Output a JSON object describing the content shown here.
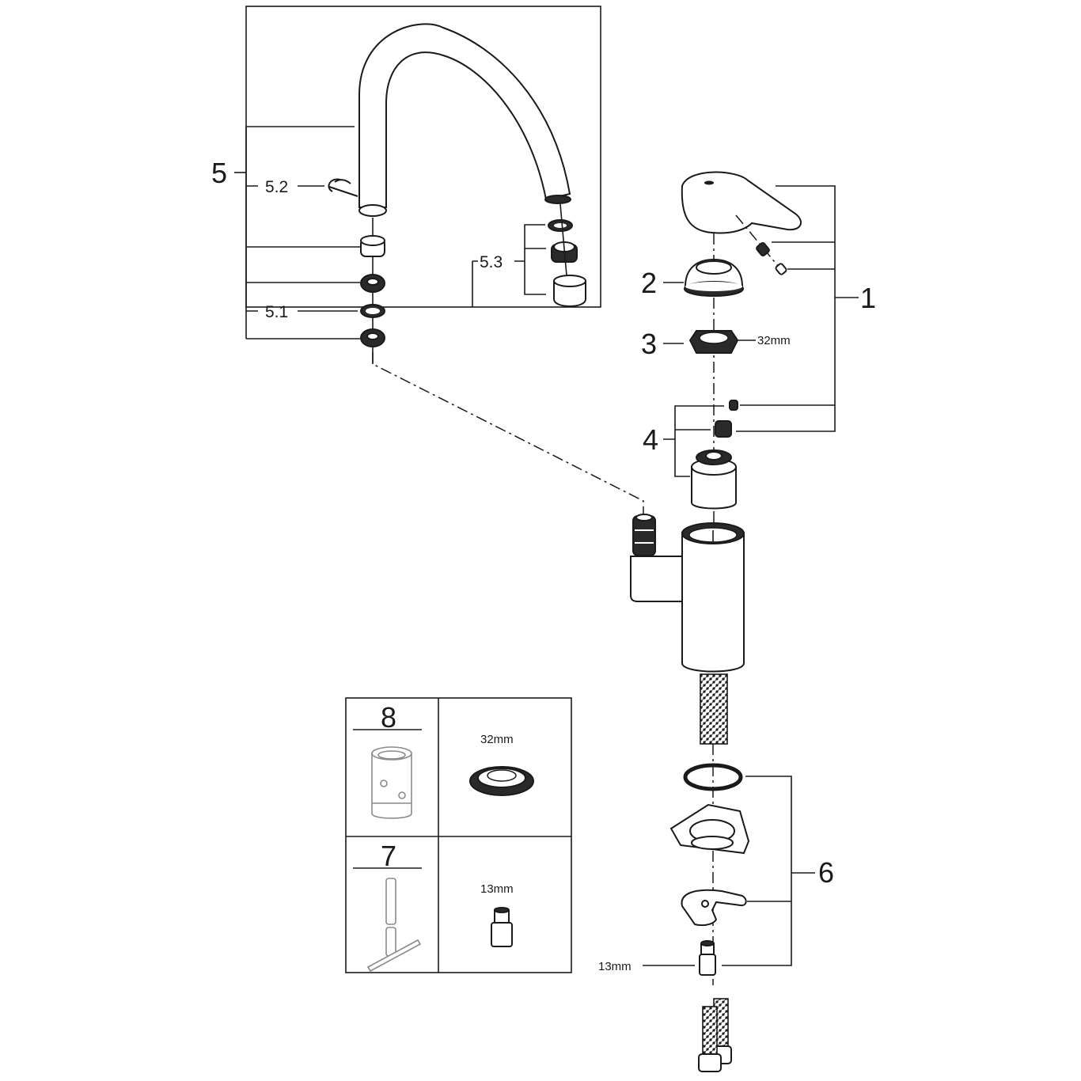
{
  "diagram": {
    "type": "exploded-parts-view",
    "subject": "single-lever kitchen faucet",
    "callouts": {
      "c1": "1",
      "c2": "2",
      "c3": "3",
      "c4": "4",
      "c5": "5",
      "c5_1": "5.1",
      "c5_2": "5.2",
      "c5_3": "5.3",
      "c6": "6",
      "c7": "7",
      "c8": "8"
    },
    "dimensions": {
      "nut_3": "32mm",
      "fitting_6": "13mm",
      "tool_box_top": "32mm",
      "tool_box_bottom": "13mm"
    },
    "tools_table": {
      "rows": [
        {
          "tool_number": "8",
          "tool_icon": "socket-wrench-sleeve-icon",
          "fits": "32mm",
          "fits_icon": "hex-nut-icon"
        },
        {
          "tool_number": "7",
          "tool_icon": "t-handle-key-icon",
          "fits": "13mm",
          "fits_icon": "hose-fitting-icon"
        }
      ]
    }
  }
}
